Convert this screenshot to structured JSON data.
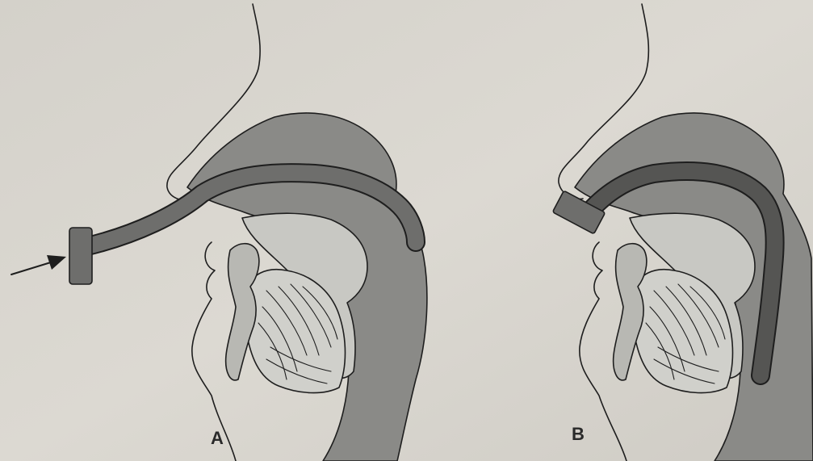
{
  "panels": [
    {
      "id": "A",
      "label": "A",
      "airway_inserted": false,
      "pointer_arrow": true
    },
    {
      "id": "B",
      "label": "B",
      "airway_inserted": true,
      "pointer_arrow": false
    }
  ],
  "colors": {
    "paper": "#d9d6cf",
    "paper_edge": "#c9c6bf",
    "outline": "#1e1e1e",
    "tissue_dark": "#8a8a87",
    "tissue_mid": "#a8a8a4",
    "tube": "#6e6e6c",
    "tube_dark": "#555553",
    "cavity": "#c8c8c3",
    "label": "#2a2a2a"
  }
}
